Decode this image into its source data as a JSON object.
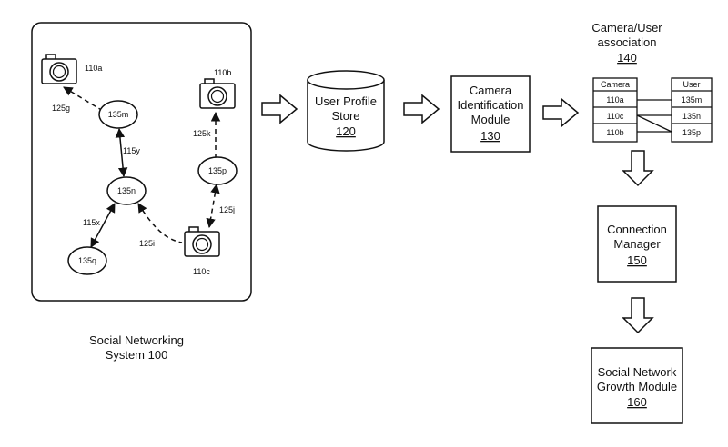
{
  "social_system": {
    "caption_line1": "Social Networking",
    "caption_line2": "System 100",
    "cameras": {
      "a": "110a",
      "b": "110b",
      "c": "110c"
    },
    "users": {
      "m": "135m",
      "n": "135n",
      "p": "135p",
      "q": "135q"
    },
    "edges": {
      "g": "125g",
      "k": "125k",
      "j": "125j",
      "i": "125i",
      "y": "115y",
      "x": "115x"
    }
  },
  "user_profile_store": {
    "line1": "User Profile",
    "line2": "Store",
    "ref": "120"
  },
  "camera_identification": {
    "line1": "Camera",
    "line2": "Identification",
    "line3": "Module",
    "ref": "130"
  },
  "camera_user_association": {
    "title_line1": "Camera/User",
    "title_line2": "association",
    "ref": "140",
    "camera_header": "Camera",
    "user_header": "User",
    "camera_rows": [
      "110a",
      "110c",
      "110b"
    ],
    "user_rows": [
      "135m",
      "135n",
      "135p"
    ]
  },
  "connection_manager": {
    "line1": "Connection",
    "line2": "Manager",
    "ref": "150"
  },
  "growth_module": {
    "line1": "Social Network",
    "line2": "Growth Module",
    "ref": "160"
  }
}
